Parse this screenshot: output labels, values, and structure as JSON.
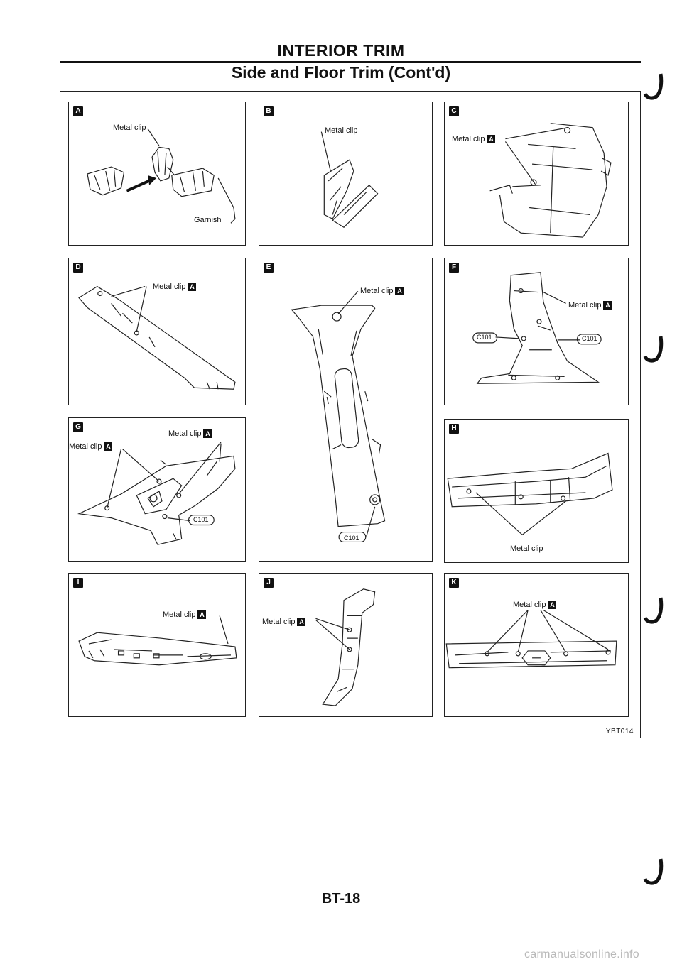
{
  "header": {
    "title": "INTERIOR TRIM",
    "subtitle": "Side and Floor Trim (Cont'd)"
  },
  "panels": {
    "A": {
      "letter": "A",
      "clip_label": "Metal clip",
      "part_label": "Garnish"
    },
    "B": {
      "letter": "B",
      "clip_label": "Metal clip"
    },
    "C": {
      "letter": "C",
      "clip_label": "Metal clip",
      "tag": "A"
    },
    "D": {
      "letter": "D",
      "clip_label": "Metal clip",
      "tag": "A"
    },
    "E": {
      "letter": "E",
      "clip_label": "Metal clip",
      "tag": "A",
      "ref_label": "C101"
    },
    "F": {
      "letter": "F",
      "clip_label": "Metal clip",
      "tag": "A",
      "ref_left": "C101",
      "ref_right": "C101"
    },
    "G": {
      "letter": "G",
      "clip_label_top": "Metal clip",
      "clip_label_left": "Metal clip",
      "tag": "A",
      "ref_label": "C101"
    },
    "H": {
      "letter": "H",
      "clip_label": "Metal clip"
    },
    "I": {
      "letter": "I",
      "clip_label": "Metal clip",
      "tag": "A"
    },
    "J": {
      "letter": "J",
      "clip_label": "Metal clip",
      "tag": "A"
    },
    "K": {
      "letter": "K",
      "clip_label": "Metal clip",
      "tag": "A"
    }
  },
  "figure_code": "YBT014",
  "page_number": "BT-18",
  "watermark": "carmanualsonline.info"
}
